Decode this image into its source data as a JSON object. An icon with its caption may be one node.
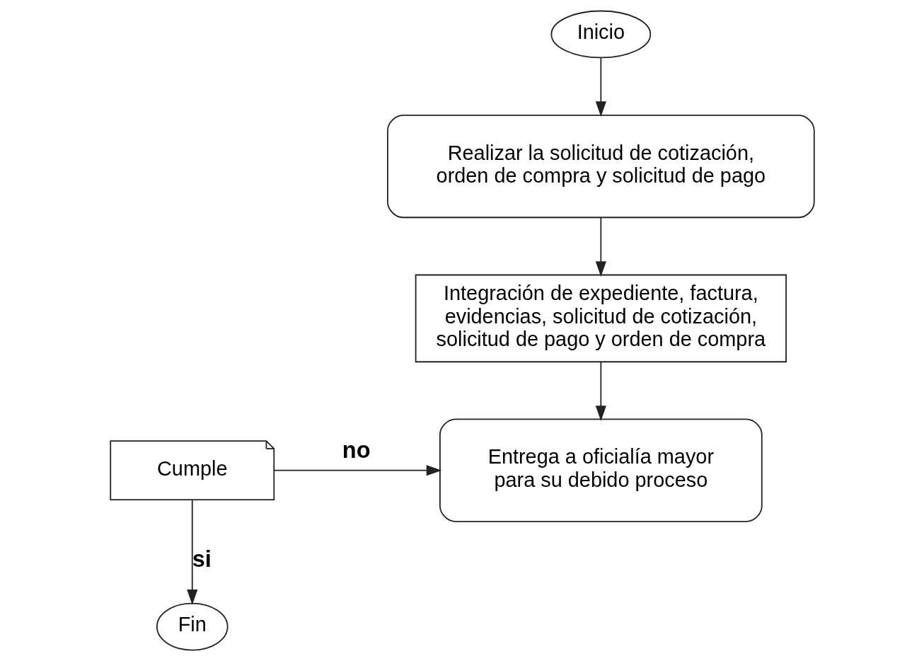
{
  "diagram": {
    "nodes": [
      {
        "text": [
          "Inicio"
        ]
      },
      {
        "text": [
          "Realizar la solicitud de cotización, orden de compra y solicitud de pago"
        ]
      },
      {
        "text": [
          "Integración de expediente, factura, evidencias, solicitud de cotización, solicitud de pago y orden de compra"
        ]
      },
      {
        "text": [
          "Entrega a oficialía mayor para su debido proceso"
        ]
      },
      {
        "text": [
          "Cumple"
        ]
      },
      {
        "text": [
          "Fin"
        ]
      }
    ],
    "edges": [
      {
        "from": 0,
        "to": 1,
        "arrow": "to"
      },
      {
        "from": 1,
        "to": 2,
        "arrow": "to"
      },
      {
        "from": 2,
        "to": 3,
        "arrow": "to"
      },
      {
        "from": 4,
        "to": 3,
        "arrow": "to",
        "label": "no"
      },
      {
        "from": 4,
        "to": 5,
        "arrow": "to",
        "label": "si"
      }
    ]
  }
}
